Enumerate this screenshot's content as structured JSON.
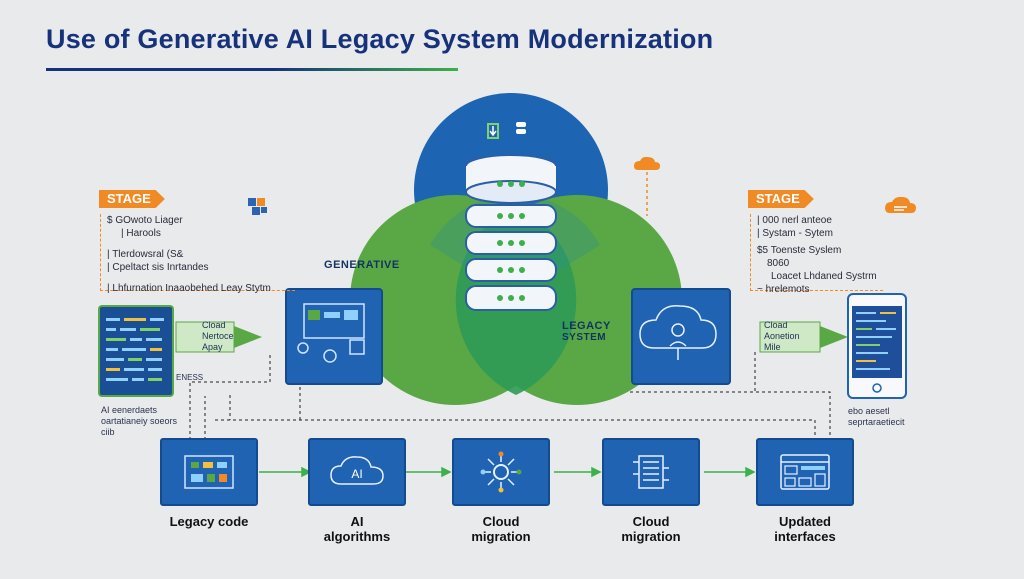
{
  "title": "Use of Generative AI Legacy System Modernization",
  "venn": {
    "left_label": "ENERATIVE",
    "left_prefix": "G",
    "right_label_1": "LEGACY",
    "right_label_2": "SYSTEM"
  },
  "stage_left": {
    "badge": "STAGE",
    "lines": [
      "$ GOwoto Liager",
      "| Harools",
      "| Tlerdowsral (S&",
      "| Cpeltact sis Inrtandes",
      "| Lhfurnation Inaaobehed Leay Stytm"
    ]
  },
  "stage_right": {
    "badge": "STAGE",
    "lines": [
      "| 000 nerl anteoe",
      "| Systam - Sytem",
      "$5 Toenste Syslem",
      "8060",
      "Loacet Lhdaned Systrm",
      "~ hrelemots"
    ]
  },
  "left_flow": {
    "label_lines": [
      "Cload",
      "Nertoce",
      "Apay"
    ]
  },
  "right_flow": {
    "label_lines": [
      "Cload",
      "Aonetion",
      "Mile"
    ]
  },
  "left_notes": [
    "AI eenerdaets",
    "oartatianeiy soeors",
    "ciib"
  ],
  "right_notes": [
    "ebo aesetl",
    "seprtaraetiecit"
  ],
  "small_tags": {
    "left_mid": "ENESS"
  },
  "bottom_nodes": [
    {
      "label": "Legacy code",
      "icon": "circuit-board-icon"
    },
    {
      "label": "AI algorithms",
      "icon": "cloud-ai-icon",
      "icon_text": "AI"
    },
    {
      "label": "Cloud migration",
      "icon": "network-gear-icon"
    },
    {
      "label": "Cloud migration",
      "icon": "server-list-icon"
    },
    {
      "label": "Updated interfaces",
      "icon": "dashboard-icon"
    }
  ],
  "colors": {
    "navy": "#16327a",
    "blue": "#1f63b2",
    "green": "#5aa845",
    "orange": "#f08a24"
  }
}
